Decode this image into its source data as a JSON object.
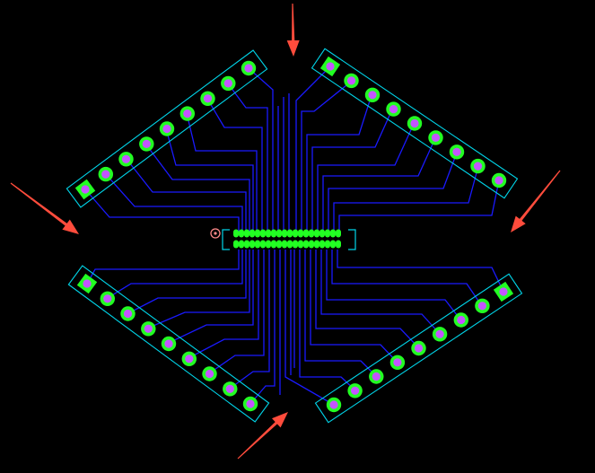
{
  "colors": {
    "background": "#000000",
    "trace": "#1a1aff",
    "outline": "#00d4e8",
    "pad": "#22ff22",
    "drill": "#c455ff",
    "arrow": "#ff4c3c",
    "via": "#ff8a8a"
  },
  "connectors": [
    {
      "id": "top-left",
      "pins": 9,
      "pin1": "bottom"
    },
    {
      "id": "top-right",
      "pins": 9,
      "pin1": "top"
    },
    {
      "id": "bottom-left",
      "pins": 9,
      "pin1": "top"
    },
    {
      "id": "bottom-right",
      "pins": 9,
      "pin1": "bottom"
    }
  ],
  "center_connector": {
    "rows": 2,
    "pins_per_row": 20
  },
  "arrow_icons": [
    "arrow-top",
    "arrow-left",
    "arrow-right",
    "arrow-bottom"
  ]
}
